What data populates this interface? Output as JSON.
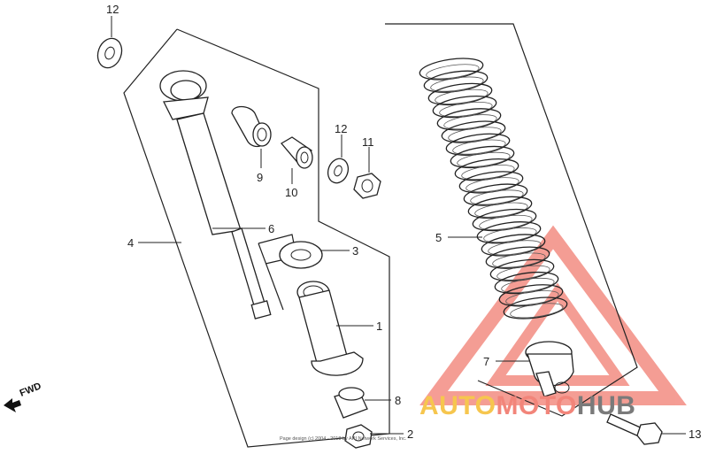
{
  "callouts": {
    "c1": "1",
    "c2": "2",
    "c3": "3",
    "c4": "4",
    "c5": "5",
    "c6": "6",
    "c7": "7",
    "c8": "8",
    "c9": "9",
    "c10": "10",
    "c11": "11",
    "c12_top": "12",
    "c12_mid": "12",
    "c13": "13"
  },
  "direction_label": "FWD",
  "copyright": "Page design (c) 2004 - 2018 by ARI Network Services, Inc.",
  "watermark": {
    "part1": "AUTO",
    "part2": "MOTO",
    "part3": "HUB"
  },
  "colors": {
    "watermark_red": "#f2857a",
    "watermark_yellow": "#f6c64e",
    "watermark_gray": "#7a7a7a",
    "line": "#222222"
  }
}
